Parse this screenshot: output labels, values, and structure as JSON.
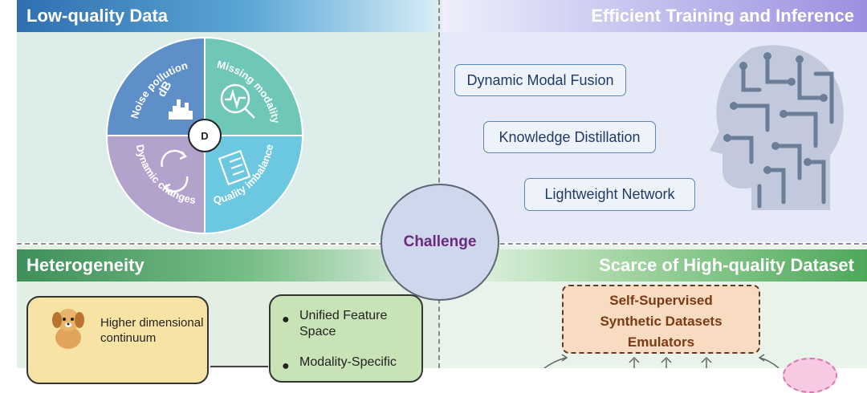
{
  "sections": {
    "low_quality": {
      "title": "Low-quality Data",
      "center_label": "D",
      "segments": {
        "noise": "Noise pollution",
        "noise_icon_text": "dB",
        "missing": "Missing modality",
        "dynamic": "Dynamic changes",
        "imbalance": "Quality imbalance"
      },
      "colors": {
        "noise": "#5f8fc8",
        "missing": "#6ec7b7",
        "dynamic": "#b3a3cc",
        "imbalance": "#6cc8e0"
      }
    },
    "efficient": {
      "title": "Efficient Training and Inference",
      "methods": [
        "Dynamic Modal Fusion",
        "Knowledge Distillation",
        "Lightweight Network"
      ]
    },
    "heterogeneity": {
      "title": "Heterogeneity",
      "left_text": "Higher dimensional continuum",
      "right_items": [
        "Unified Feature Space",
        "Modality-Specific"
      ]
    },
    "scarce": {
      "title": "Scarce of High-quality Dataset",
      "items": [
        "Self-Supervised",
        "Synthetic Datasets",
        "Emulators"
      ]
    },
    "center": {
      "label": "Challenge"
    }
  }
}
